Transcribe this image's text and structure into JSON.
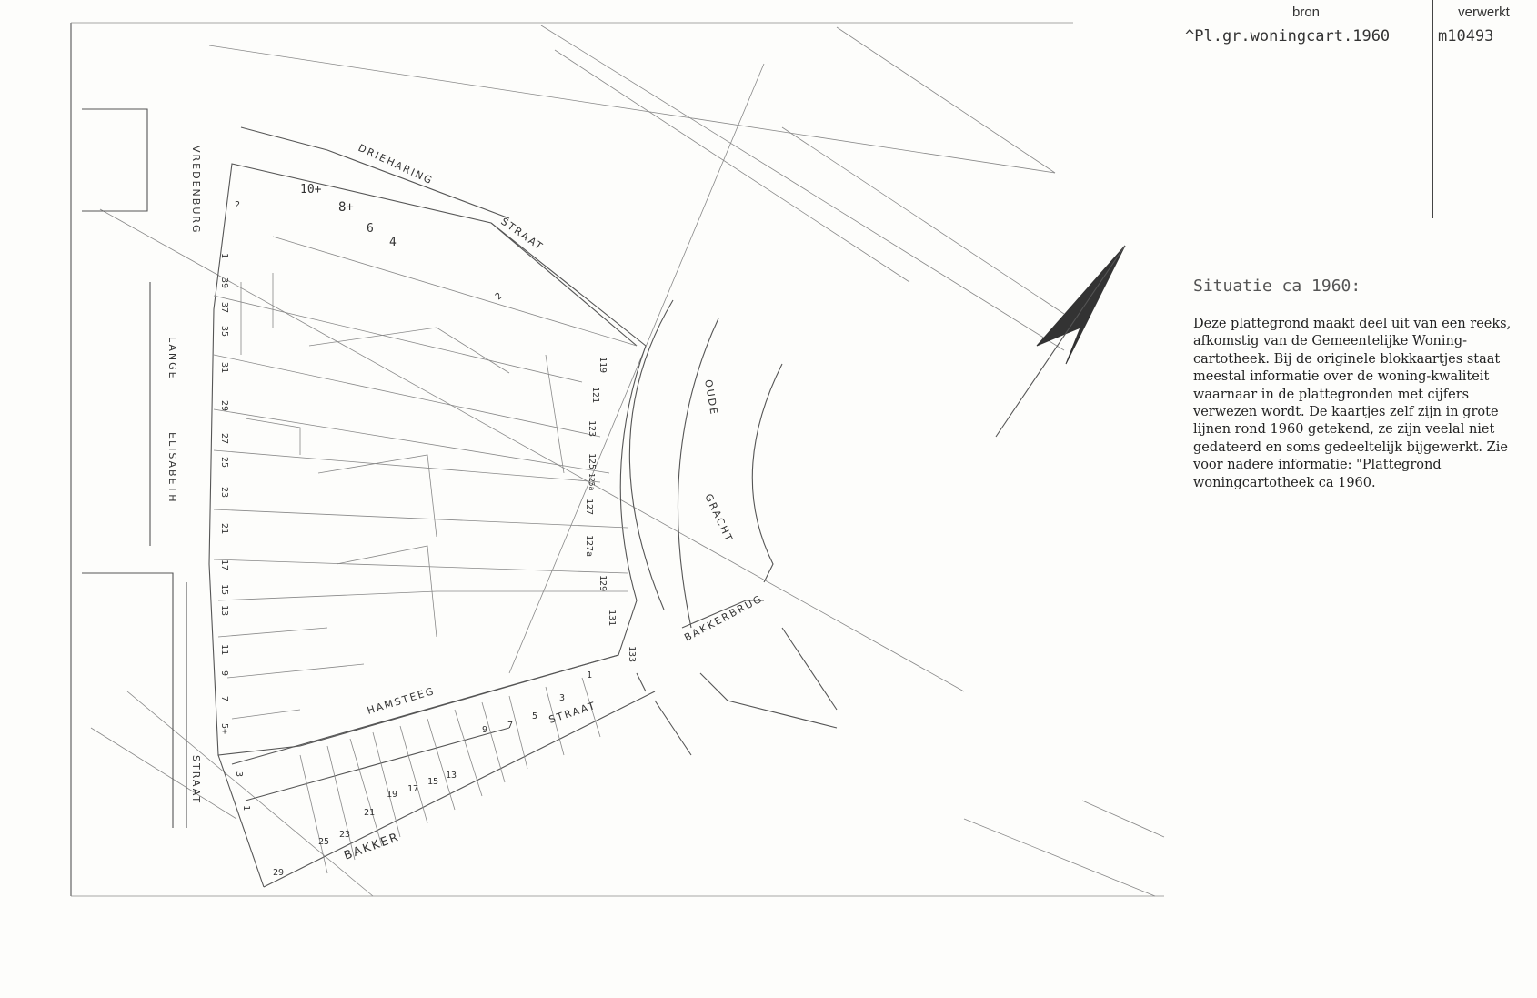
{
  "source_table": {
    "header_bron": "bron",
    "header_verwerkt": "verwerkt",
    "bron_value": "^Pl.gr.woningcart.1960",
    "verwerkt_value": "m10493"
  },
  "caption": {
    "title": "Situatie ca 1960:",
    "body": "Deze plattegrond maakt deel uit van een reeks, afkomstig van de Gemeentelijke Woning-cartotheek. Bij de originele blokkaartjes staat meestal informatie over de woning-kwaliteit waarnaar in de plattegronden met cijfers verwezen wordt. De kaartjes zelf zijn in grote lijnen rond 1960 getekend, ze zijn veelal niet gedateerd en soms gedeeltelijk bijgewerkt. Zie voor nadere informatie: \"Plattegrond woningcartotheek ca 1960."
  },
  "streets": {
    "drieharing": "DRIEHARING",
    "straat_top": "STRAAT",
    "vredenburg": "VREDENBURG",
    "lange": "LANGE",
    "elisabeth": "ELISABETH",
    "straat_left": "STRAAT",
    "oude": "OUDE",
    "gracht": "GRACHT",
    "bakkerbrug": "BAKKERBRUG",
    "hamsteeg": "HAMSTEEG",
    "straat_bottom": "STRAAT",
    "bakker": "BAKKER"
  },
  "house_numbers": {
    "top": [
      "2",
      "10+",
      "8+",
      "6",
      "4",
      "2"
    ],
    "left_column": [
      "1",
      "39",
      "37",
      "35",
      "31",
      "29",
      "27",
      "25",
      "23",
      "21",
      "17",
      "15",
      "13",
      "11",
      "9",
      "7",
      "5+",
      "3",
      "1"
    ],
    "gracht_side": [
      "119",
      "121",
      "123",
      "125",
      "125a",
      "127",
      "127a",
      "129",
      "131",
      "133"
    ],
    "bottom": [
      "29",
      "25",
      "23",
      "21",
      "19",
      "17",
      "15",
      "13",
      "9",
      "7",
      "5",
      "3",
      "1"
    ]
  },
  "north_arrow": "north-arrow-icon"
}
